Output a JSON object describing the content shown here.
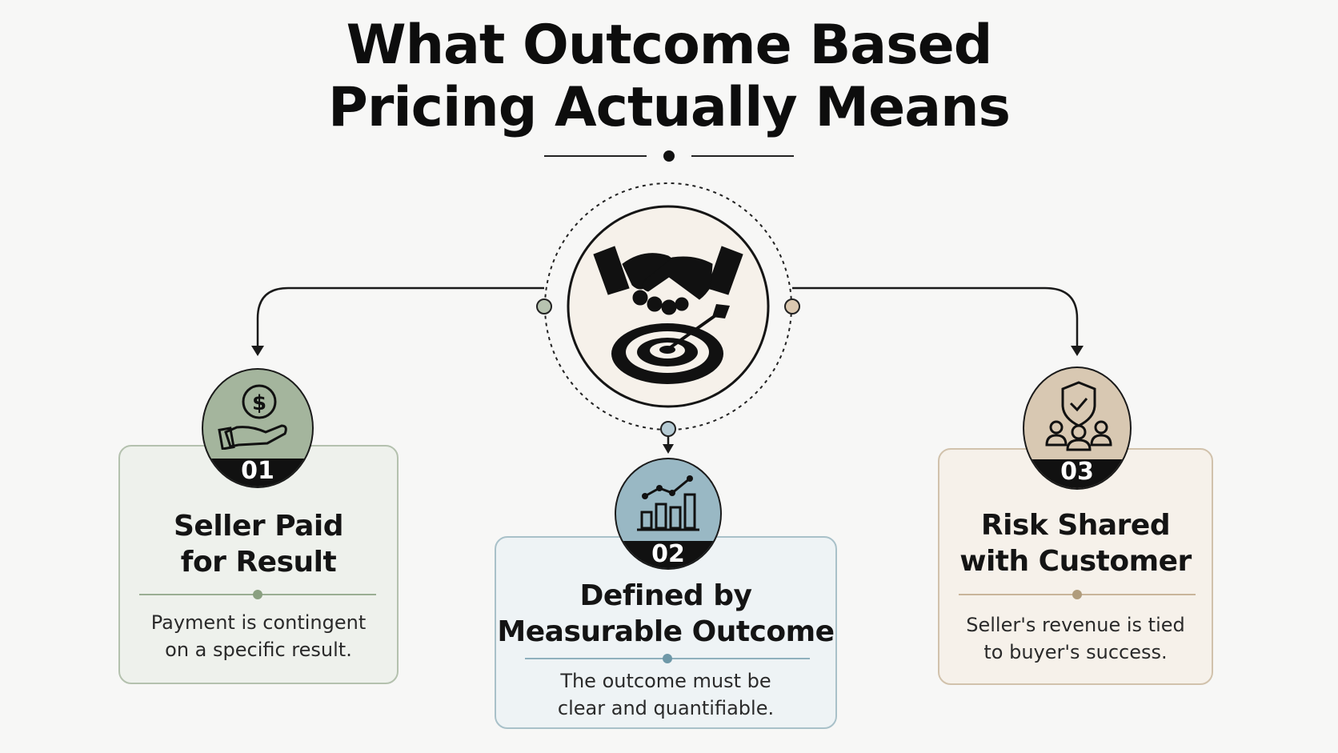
{
  "title": {
    "line1": "What Outcome Based",
    "line2": "Pricing Actually Means"
  },
  "colors": {
    "green": "#9aae93",
    "blue": "#8fb0bd",
    "tan": "#c9b59a"
  },
  "center_icon": [
    "handshake-icon",
    "target-icon"
  ],
  "cards": [
    {
      "number": "01",
      "heading_line1": "Seller Paid",
      "heading_line2": "for Result",
      "desc_line1": "Payment is contingent",
      "desc_line2": "on a specific result.",
      "icon": "hand-dollar-icon"
    },
    {
      "number": "02",
      "heading_line1": "Defined  by",
      "heading_line2": "Measurable Outcome",
      "desc_line1": "The outcome must be",
      "desc_line2": "clear and quantifiable.",
      "icon": "bar-chart-icon"
    },
    {
      "number": "03",
      "heading_line1": "Risk Shared",
      "heading_line2": "with Customer",
      "desc_line1": "Seller's revenue is tied",
      "desc_line2": "to buyer's success.",
      "icon": "shield-team-icon"
    }
  ]
}
